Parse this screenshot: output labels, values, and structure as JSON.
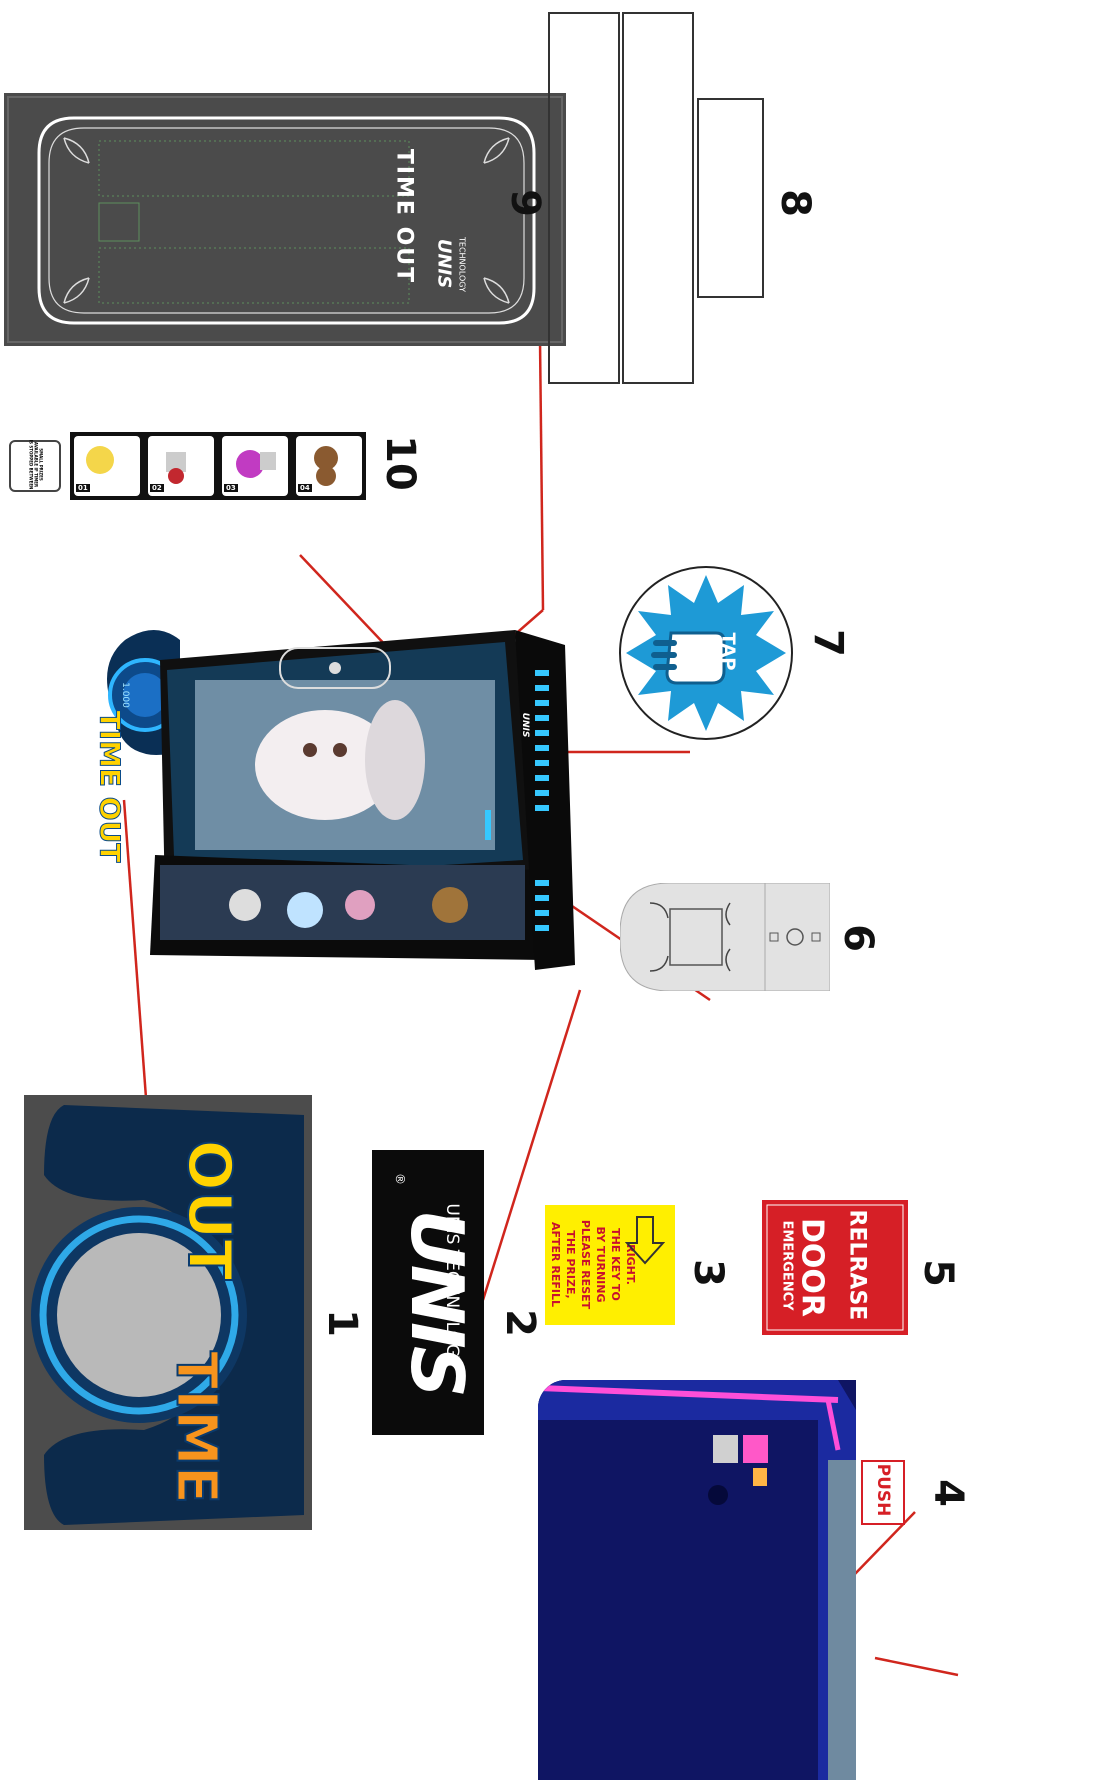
{
  "callout_numbers": [
    "1",
    "2",
    "3",
    "4",
    "5",
    "6",
    "7",
    "8",
    "9",
    "10"
  ],
  "item1_topper": {
    "line1": "TIME",
    "line2": "OUT"
  },
  "item2_logo": {
    "brand": "UNIS",
    "tagline": "UNIS TECHNOLOGY",
    "mark": "®"
  },
  "item3_sticker": {
    "lines": [
      "AFTER REFILL",
      "THE PRIZE,",
      "PLEASE RESET",
      "BY TURNING",
      "THE KEY TO",
      "RIGHT."
    ]
  },
  "item4_sticker": {
    "text": "PUSH"
  },
  "item5_sticker": {
    "line1": "EMERGENCY",
    "line2": "DOOR",
    "line3": "RELRASE"
  },
  "item7_button": {
    "text": "TAP"
  },
  "item9_panel": {
    "title": "TIME OUT",
    "brand": "UNIS",
    "tagline": "TECHNOLOGY"
  },
  "item10_strip": {
    "notice": "SMALL PRIZES AVAILABLE IF TIMER IS STOPPED BETWEEN",
    "steps": [
      "01",
      "02",
      "03",
      "04"
    ]
  },
  "machine": {
    "title": "TIME OUT",
    "counter": "1.000",
    "brand": "UNIS"
  },
  "colors": {
    "leader_line": "#d0261d",
    "sticker_yellow": "#ffef00",
    "sticker_red": "#d61f26",
    "tap_blue": "#1e9ad6",
    "panel_gray": "#4b4b4b",
    "topper_orange": "#f7941d",
    "topper_yellow": "#ffd200"
  }
}
